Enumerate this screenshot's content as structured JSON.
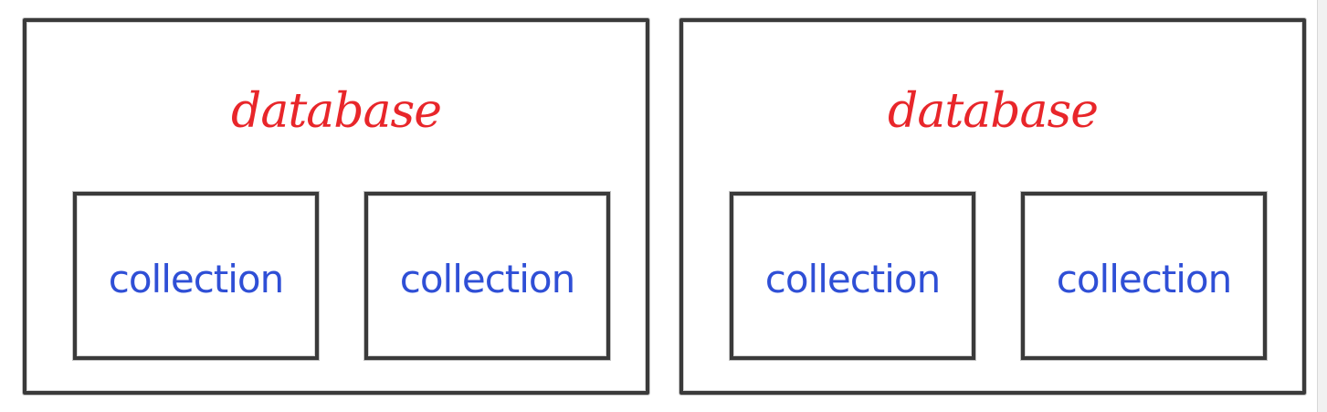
{
  "diagram": {
    "databases": [
      {
        "label": "database",
        "collections": [
          {
            "label": "collection"
          },
          {
            "label": "collection"
          }
        ]
      },
      {
        "label": "database",
        "collections": [
          {
            "label": "collection"
          },
          {
            "label": "collection"
          }
        ]
      }
    ]
  },
  "colors": {
    "database_label": "#e8262a",
    "collection_label": "#2f4fd6",
    "box_stroke": "#3a3a3a",
    "background": "#ffffff"
  }
}
